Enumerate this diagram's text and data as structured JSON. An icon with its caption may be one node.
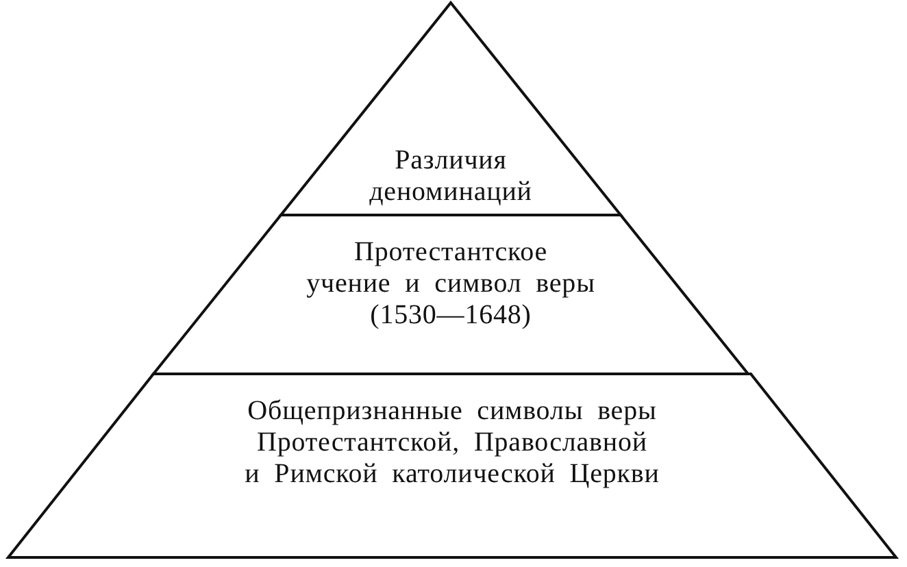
{
  "diagram": {
    "nodes": [
      {
        "text": [
          "Различия деноминаций"
        ]
      },
      {
        "text": [
          "Протестантское учение и символ веры (1530—1648)"
        ]
      },
      {
        "text": [
          "Общепризнанные символы веры Протестантской, Православной и Римской католической Церкви"
        ]
      }
    ]
  }
}
